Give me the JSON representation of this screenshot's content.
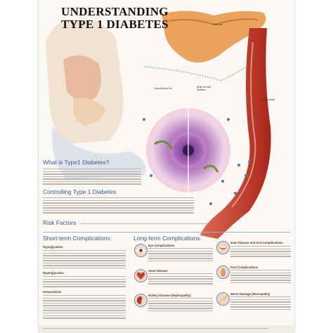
{
  "poster": {
    "title_line1": "UNDERSTANDING",
    "title_line2": "TYPE 1 DIABETES",
    "pancreas_label": "Pancreas",
    "cell_labels": {
      "normal": "Normal Body Cell",
      "diabetic": "Body Cell with Diabetes",
      "blood": "Blood vessel"
    },
    "sections": {
      "what_is": "What is Type1 Diabetes?",
      "controlling": "Controlling Type 1 Diabetes",
      "risk": "Risk Factors",
      "short_term": "Short-term Complications",
      "long_term": "Long-term Complications"
    },
    "short_term_items": {
      "hypoglycemia": "Hypoglycemia",
      "hyperglycemia": "Hyperglycemia",
      "ketoacidosis": "Ketoacidosis"
    },
    "long_term_items": {
      "eye": "Eye Complications",
      "heart": "Heart Disease",
      "kidney": "Kidney Disease (Nephropathy)",
      "gum": "Gum Disease and Oral Complications",
      "foot": "Foot Complications",
      "nerve": "Nerve Damage (Neuropathy)"
    }
  },
  "colors": {
    "heading_blue": "#3a5a8c",
    "vessel_red": "#c23a2a",
    "pancreas_orange": "#e8a05a",
    "cell_purple": "#8a5aa8"
  }
}
